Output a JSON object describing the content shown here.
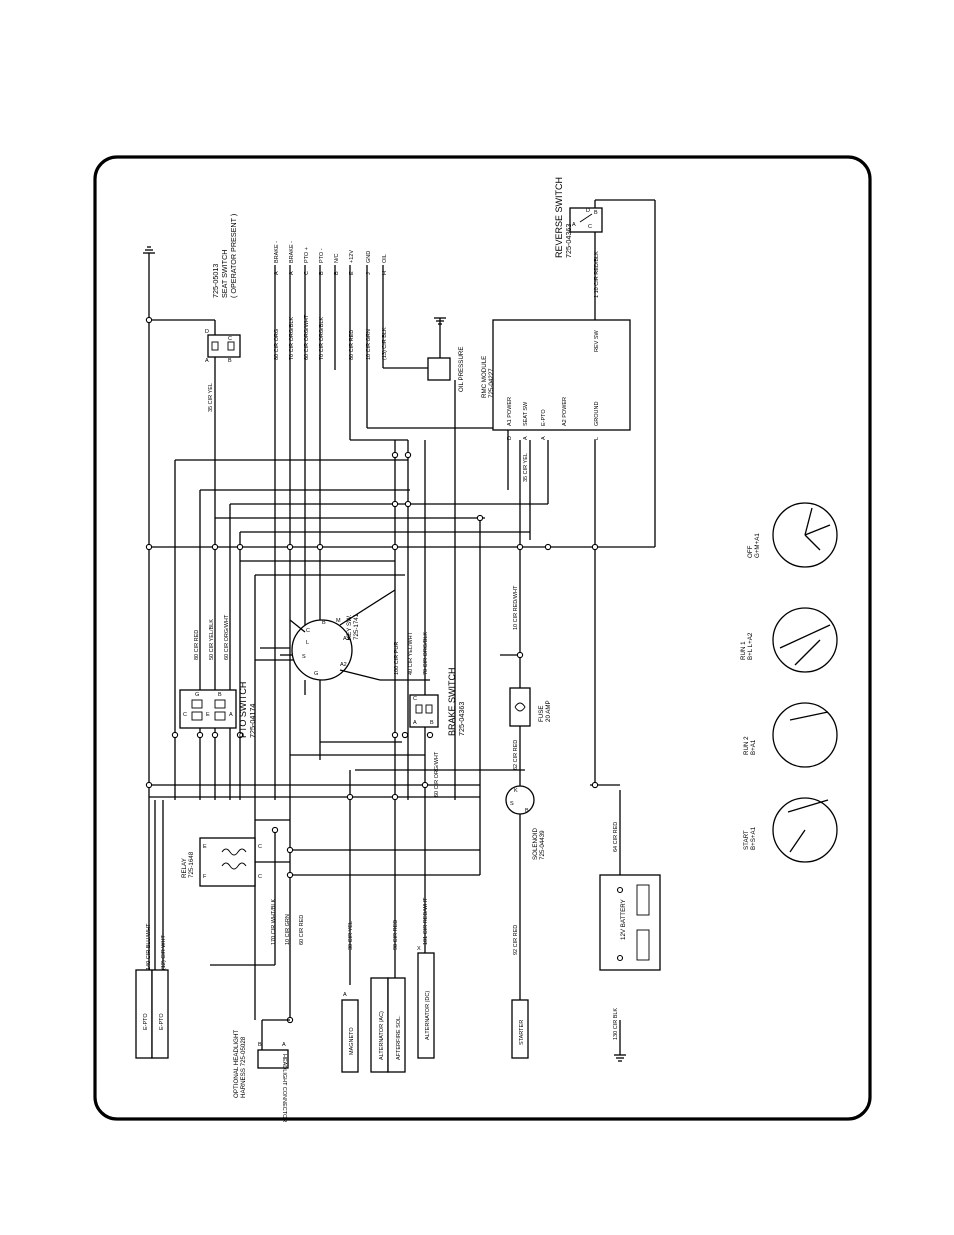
{
  "components": {
    "seat_switch": "SEAT SWITCH",
    "seat_switch_pn": "725-05013",
    "seat_switch_note": "( OPERATOR PRESENT )",
    "reverse_switch": "REVERSE SWITCH",
    "reverse_switch_pn": "725-04363",
    "pto_switch": "PTO SWITCH",
    "pto_switch_pn": "725-04174",
    "brake_switch": "BRAKE SWITCH",
    "brake_switch_pn": "725-04363",
    "key_switch": "KEY SW.",
    "key_switch_pn": "725-1741",
    "rmc_module": "RMC MODULE",
    "rmc_module_pn": "725-04227",
    "oil_pressure": "OIL PRESSURE",
    "relay": "RELAY",
    "relay_pn": "725-1648",
    "fuse": "FUSE",
    "fuse_rating": "20 AMP",
    "solenoid": "SOLENOID",
    "solenoid_pn": "725-04439",
    "battery": "12V BATTERY",
    "headlight_harness_1": "OPTIONAL HEADLIGHT",
    "headlight_harness_2": "HARNESS 725-05028",
    "headlight": "HEADLIGHT CONNECTOR",
    "magneto": "MAGNETO",
    "alternator_a": "ALTERNATOR (AC)",
    "afterfire": "AFTERFIRE SOL.",
    "alternator_dc": "ALTERNATOR (DC)",
    "starter": "STARTER",
    "e_pto_1": "E-PTO",
    "e_pto_2": "E-PTO"
  },
  "rmc_pins": {
    "a1": "A1 POWER",
    "seat": "SEAT SW",
    "epto": "E-PTO",
    "a2": "A2 POWER",
    "ground": "GROUND",
    "rev": "REV SW"
  },
  "rmc_letters": [
    "D",
    "A",
    "A",
    "L"
  ],
  "connector_labels": [
    "BRAKE -",
    "BRAKE -",
    "PTO +",
    "PTO -",
    "N/C",
    "+12V",
    "GND",
    "OIL"
  ],
  "connector_letters": [
    "A",
    "A",
    "C",
    "B",
    "B",
    "E",
    "J",
    "H"
  ],
  "wires": {
    "w80_org": "80 CIR ORG",
    "w70_orgblk_top": "70 CIR ORG/BLK",
    "w60_orgwht": "60 CIR ORG/WHT",
    "w70_orgblk2": "70 CIR ORG/BLK",
    "w80_red_top": "80 CIR RED",
    "w10_grn": "10 CIR GRN",
    "w131_blk": "(13) CIR BLK",
    "w35_yel": "35 CIR YEL",
    "w35_yel2": "35 CIR YEL",
    "w110_redblk": "1 10 CIR RED/BLK",
    "w80_red_pto": "80 CIR RED",
    "w50_yelblk": "50 CIR YEL/BLK",
    "w60_orgwht_pto": "60 CIR ORG/WHT",
    "w100_pur": "100 CIR PUR",
    "w40_yelwht": "40 CIR YEL/WHT",
    "w70_orgblk_key": "70 CIR ORG/BLK",
    "w10_redwht": "10 CIR RED/WHT",
    "w60_orgwht_h": "60 CIR ORG/WHT",
    "w62_red": "62 CIR RED",
    "w64_red": "64 CIR RED",
    "w70_whtblk": "170 CIR WHT/BLK",
    "w10_grn2": "10 CIR GRN",
    "w60_red": "60 CIR RED",
    "w30_yel": "30 CIR YEL",
    "w90_red": "90 CIR RED",
    "w101_redwht": "101 CIR RED/WHT",
    "w92_red": "92 CIR RED",
    "w130_blk": "130 CIR BLK",
    "w140_bluwht": "140 CIR BLU/WHT",
    "w121_wht": "(12) CIR WHT"
  },
  "key_positions": [
    {
      "name": "OFF",
      "detail": "G+M+A1"
    },
    {
      "name": "RUN 1",
      "detail": "B+L L+A2"
    },
    {
      "name": "RUN 2",
      "detail": "B+A1"
    },
    {
      "name": "START",
      "detail": "B+S+A1"
    }
  ],
  "terminal_letters": {
    "key": [
      "M",
      "B",
      "A1",
      "A2",
      "G",
      "S",
      "L",
      "C"
    ],
    "pto": [
      "G",
      "F",
      "E",
      "D",
      "C",
      "B",
      "A"
    ],
    "brake": [
      "A",
      "B",
      "C"
    ],
    "relay": [
      "E",
      "F",
      "C",
      "C"
    ],
    "seat": [
      "D",
      "C",
      "A",
      "B"
    ],
    "rev": [
      "A",
      "B",
      "C",
      "D"
    ],
    "solenoid": [
      "K",
      "S",
      "B"
    ],
    "hl": [
      "B",
      "A"
    ],
    "misc": [
      "A",
      "A",
      "X",
      "A",
      "B"
    ]
  }
}
